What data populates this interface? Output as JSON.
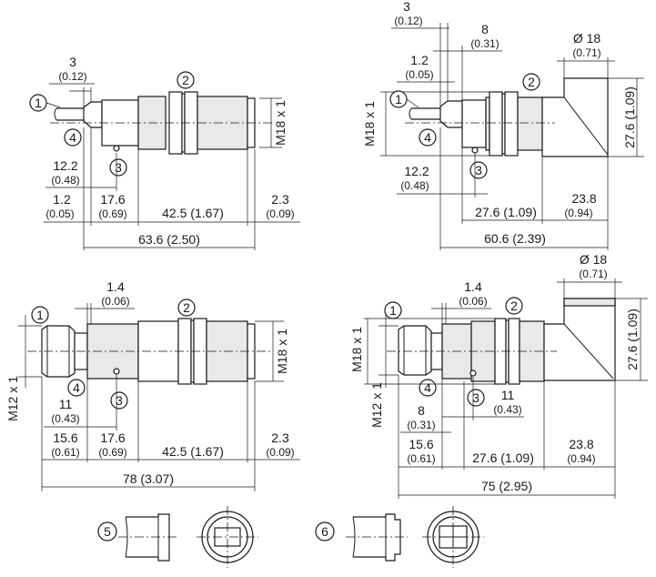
{
  "markers": {
    "m1": "1",
    "m2": "2",
    "m3": "3",
    "m4": "4",
    "m5": "5",
    "m6": "6"
  },
  "view_a": {
    "d_3": "3",
    "d_3_in": "(0.12)",
    "d_12_2": "12.2",
    "d_12_2_in": "(0.48)",
    "d_1_2": "1.2",
    "d_1_2_in": "(0.05)",
    "d_17_6": "17.6",
    "d_17_6_in": "(0.69)",
    "d_42_5": "42.5 (1.67)",
    "d_2_3": "2.3",
    "d_2_3_in": "(0.09)",
    "d_63_6": "63.6 (2.50)",
    "thread": "M18 x 1"
  },
  "view_b": {
    "d_3": "3",
    "d_3_in": "(0.12)",
    "d_8": "8",
    "d_8_in": "(0.31)",
    "d_1_2": "1.2",
    "d_1_2_in": "(0.05)",
    "d_phi18": "Ø 18",
    "d_phi18_in": "(0.71)",
    "thread": "M18 x 1",
    "d_27_6_v": "27.6 (1.09)",
    "d_12_2": "12.2",
    "d_12_2_in": "(0.48)",
    "d_23_8": "23.8",
    "d_23_8_in": "(0.94)",
    "d_27_6": "27.6 (1.09)",
    "d_60_6": "60.6 (2.39)"
  },
  "view_c": {
    "d_1_4": "1.4",
    "d_1_4_in": "(0.06)",
    "thread_side": "M12 x 1",
    "thread": "M18 x 1",
    "d_11": "11",
    "d_11_in": "(0.43)",
    "d_15_6": "15.6",
    "d_15_6_in": "(0.61)",
    "d_17_6": "17.6",
    "d_17_6_in": "(0.69)",
    "d_42_5": "42.5 (1.67)",
    "d_2_3": "2.3",
    "d_2_3_in": "(0.09)",
    "d_78": "78 (3.07)"
  },
  "view_d": {
    "d_phi18": "Ø 18",
    "d_phi18_in": "(0.71)",
    "d_1_4": "1.4",
    "d_1_4_in": "(0.06)",
    "thread": "M18 x 1",
    "thread_side": "M12 x 1",
    "d_27_6_v": "27.6 (1.09)",
    "d_11": "11",
    "d_11_in": "(0.43)",
    "d_8": "8",
    "d_8_in": "(0.31)",
    "d_15_6": "15.6",
    "d_15_6_in": "(0.61)",
    "d_27_6": "27.6 (1.09)",
    "d_23_8": "23.8",
    "d_23_8_in": "(0.94)",
    "d_75": "75 (2.95)"
  }
}
